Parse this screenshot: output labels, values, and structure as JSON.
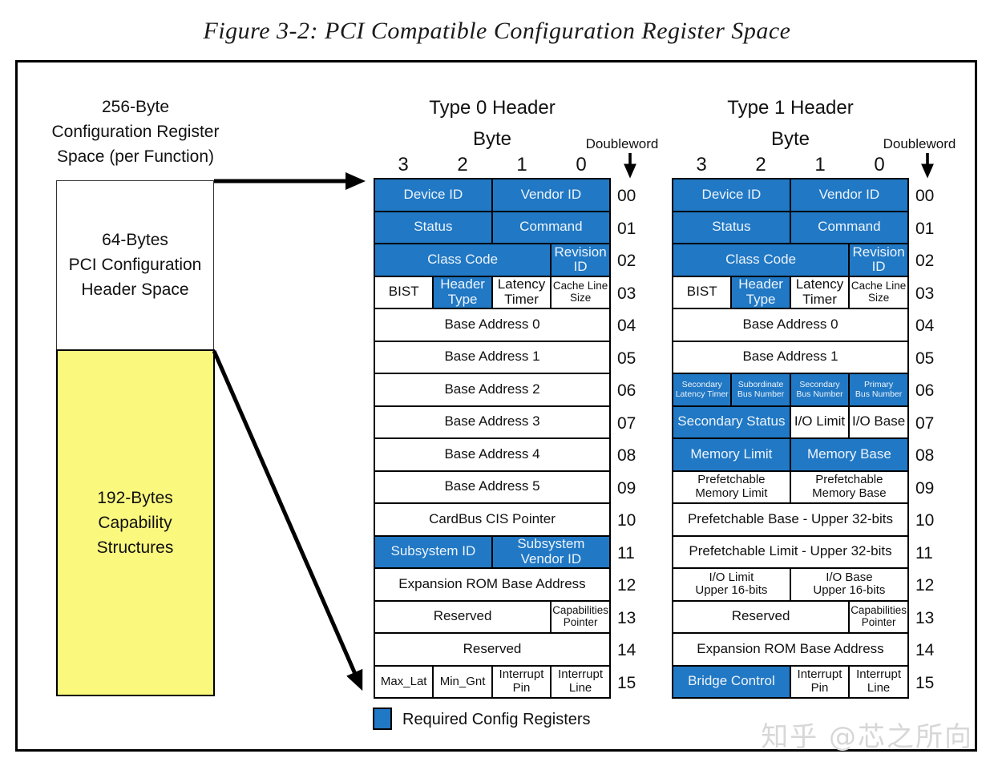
{
  "figure": {
    "title": "Figure 3-2: PCI Compatible Configuration Register Space"
  },
  "colors": {
    "blue": "#2178C4",
    "yellow": "#FAF97E",
    "watermark_gray": "#D7D7D7"
  },
  "left_panel": {
    "caption": "256-Byte\nConfiguration Register\nSpace (per Function)",
    "header_space": "64-Bytes\nPCI Configuration\nHeader Space",
    "capabilities": "192-Bytes\nCapability\nStructures"
  },
  "labels": {
    "byte": "Byte",
    "doubleword": "Doubleword"
  },
  "byte_columns": [
    "3",
    "2",
    "1",
    "0"
  ],
  "tables": [
    {
      "title": "Type 0 Header",
      "rows": [
        {
          "dw": "00",
          "cells": [
            {
              "label": "Device ID",
              "span": 2,
              "blue": true
            },
            {
              "label": "Vendor ID",
              "span": 2,
              "blue": true
            }
          ]
        },
        {
          "dw": "01",
          "cells": [
            {
              "label": "Status",
              "span": 2,
              "blue": true
            },
            {
              "label": "Command",
              "span": 2,
              "blue": true
            }
          ]
        },
        {
          "dw": "02",
          "cells": [
            {
              "label": "Class Code",
              "span": 3,
              "blue": true
            },
            {
              "label": "Revision\nID",
              "span": 1,
              "blue": true
            }
          ]
        },
        {
          "dw": "03",
          "cells": [
            {
              "label": "BIST",
              "span": 1
            },
            {
              "label": "Header\nType",
              "span": 1,
              "blue": true
            },
            {
              "label": "Latency\nTimer",
              "span": 1
            },
            {
              "label": "Cache Line\nSize",
              "span": 1,
              "size": "sm"
            }
          ]
        },
        {
          "dw": "04",
          "cells": [
            {
              "label": "Base Address 0",
              "span": 4
            }
          ]
        },
        {
          "dw": "05",
          "cells": [
            {
              "label": "Base Address 1",
              "span": 4
            }
          ]
        },
        {
          "dw": "06",
          "cells": [
            {
              "label": "Base Address 2",
              "span": 4
            }
          ]
        },
        {
          "dw": "07",
          "cells": [
            {
              "label": "Base Address 3",
              "span": 4
            }
          ]
        },
        {
          "dw": "08",
          "cells": [
            {
              "label": "Base Address 4",
              "span": 4
            }
          ]
        },
        {
          "dw": "09",
          "cells": [
            {
              "label": "Base Address 5",
              "span": 4
            }
          ]
        },
        {
          "dw": "10",
          "cells": [
            {
              "label": "CardBus CIS Pointer",
              "span": 4
            }
          ]
        },
        {
          "dw": "11",
          "cells": [
            {
              "label": "Subsystem ID",
              "span": 2,
              "blue": true
            },
            {
              "label": "Subsystem\nVendor ID",
              "span": 2,
              "blue": true
            }
          ]
        },
        {
          "dw": "12",
          "cells": [
            {
              "label": "Expansion ROM Base Address",
              "span": 4
            }
          ]
        },
        {
          "dw": "13",
          "cells": [
            {
              "label": "Reserved",
              "span": 3
            },
            {
              "label": "Capabilities\nPointer",
              "span": 1,
              "size": "sm"
            }
          ]
        },
        {
          "dw": "14",
          "cells": [
            {
              "label": "Reserved",
              "span": 4
            }
          ]
        },
        {
          "dw": "15",
          "cells": [
            {
              "label": "Max_Lat",
              "span": 1,
              "size": "md"
            },
            {
              "label": "Min_Gnt",
              "span": 1,
              "size": "md"
            },
            {
              "label": "Interrupt\nPin",
              "span": 1,
              "size": "md"
            },
            {
              "label": "Interrupt\nLine",
              "span": 1,
              "size": "md"
            }
          ]
        }
      ]
    },
    {
      "title": "Type 1 Header",
      "rows": [
        {
          "dw": "00",
          "cells": [
            {
              "label": "Device ID",
              "span": 2,
              "blue": true
            },
            {
              "label": "Vendor ID",
              "span": 2,
              "blue": true
            }
          ]
        },
        {
          "dw": "01",
          "cells": [
            {
              "label": "Status",
              "span": 2,
              "blue": true
            },
            {
              "label": "Command",
              "span": 2,
              "blue": true
            }
          ]
        },
        {
          "dw": "02",
          "cells": [
            {
              "label": "Class Code",
              "span": 3,
              "blue": true
            },
            {
              "label": "Revision\nID",
              "span": 1,
              "blue": true
            }
          ]
        },
        {
          "dw": "03",
          "cells": [
            {
              "label": "BIST",
              "span": 1
            },
            {
              "label": "Header\nType",
              "span": 1,
              "blue": true
            },
            {
              "label": "Latency\nTimer",
              "span": 1
            },
            {
              "label": "Cache Line\nSize",
              "span": 1,
              "size": "sm"
            }
          ]
        },
        {
          "dw": "04",
          "cells": [
            {
              "label": "Base Address 0",
              "span": 4
            }
          ]
        },
        {
          "dw": "05",
          "cells": [
            {
              "label": "Base Address 1",
              "span": 4
            }
          ]
        },
        {
          "dw": "06",
          "cells": [
            {
              "label": "Secondary\nLatency Timer",
              "span": 1,
              "blue": true,
              "size": "xs"
            },
            {
              "label": "Subordinate\nBus Number",
              "span": 1,
              "blue": true,
              "size": "xs"
            },
            {
              "label": "Secondary\nBus Number",
              "span": 1,
              "blue": true,
              "size": "xs"
            },
            {
              "label": "Primary\nBus Number",
              "span": 1,
              "blue": true,
              "size": "xs"
            }
          ]
        },
        {
          "dw": "07",
          "cells": [
            {
              "label": "Secondary Status",
              "span": 2,
              "blue": true
            },
            {
              "label": "I/O Limit",
              "span": 1
            },
            {
              "label": "I/O Base",
              "span": 1
            }
          ]
        },
        {
          "dw": "08",
          "cells": [
            {
              "label": "Memory Limit",
              "span": 2,
              "blue": true
            },
            {
              "label": "Memory Base",
              "span": 2,
              "blue": true
            }
          ]
        },
        {
          "dw": "09",
          "cells": [
            {
              "label": "Prefetchable\nMemory Limit",
              "span": 2,
              "size": "md"
            },
            {
              "label": "Prefetchable\nMemory Base",
              "span": 2,
              "size": "md"
            }
          ]
        },
        {
          "dw": "10",
          "cells": [
            {
              "label": "Prefetchable Base - Upper 32-bits",
              "span": 4
            }
          ]
        },
        {
          "dw": "11",
          "cells": [
            {
              "label": "Prefetchable Limit - Upper 32-bits",
              "span": 4
            }
          ]
        },
        {
          "dw": "12",
          "cells": [
            {
              "label": "I/O Limit\nUpper 16-bits",
              "span": 2,
              "size": "md"
            },
            {
              "label": "I/O Base\nUpper 16-bits",
              "span": 2,
              "size": "md"
            }
          ]
        },
        {
          "dw": "13",
          "cells": [
            {
              "label": "Reserved",
              "span": 3
            },
            {
              "label": "Capabilities\nPointer",
              "span": 1,
              "size": "sm"
            }
          ]
        },
        {
          "dw": "14",
          "cells": [
            {
              "label": "Expansion ROM Base Address",
              "span": 4
            }
          ]
        },
        {
          "dw": "15",
          "cells": [
            {
              "label": "Bridge Control",
              "span": 2,
              "blue": true
            },
            {
              "label": "Interrupt\nPin",
              "span": 1,
              "size": "md"
            },
            {
              "label": "Interrupt\nLine",
              "span": 1,
              "size": "md"
            }
          ]
        }
      ]
    }
  ],
  "legend": {
    "label": "Required Config Registers"
  },
  "watermark": {
    "text": "知乎 @芯之所向"
  }
}
